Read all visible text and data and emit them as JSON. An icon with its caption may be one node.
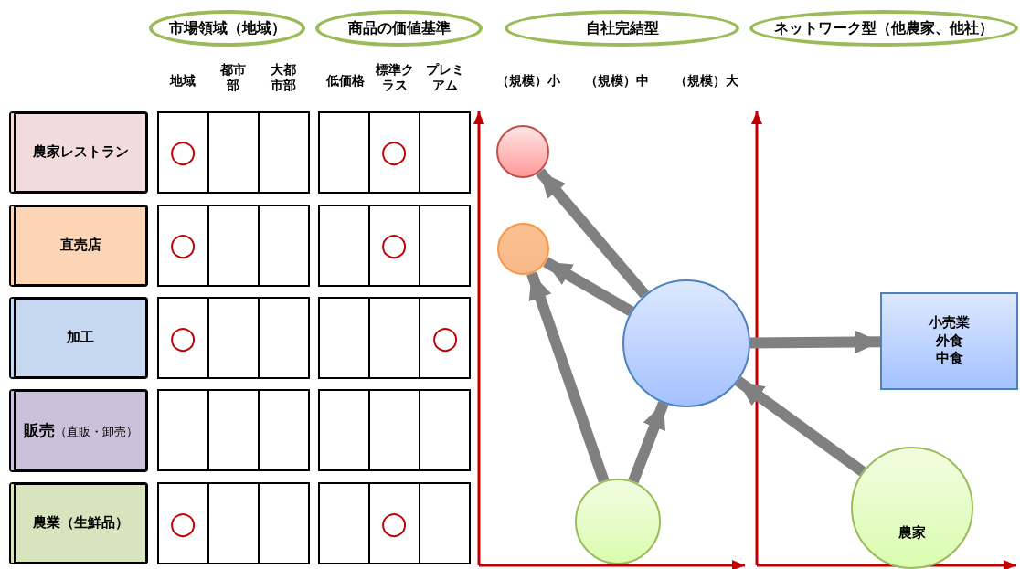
{
  "diagram": {
    "nodes": [
      {
        "text": [
          "市場領域（地域）"
        ]
      },
      {
        "text": [
          "商品の価値基準"
        ]
      },
      {
        "text": [
          "自社完結型"
        ]
      },
      {
        "text": [
          "ネットワーク型（他農家、他社）"
        ]
      },
      {
        "text": [
          "農家レストラン"
        ]
      },
      {
        "text": [
          "直売店"
        ]
      },
      {
        "text": [
          "加工"
        ]
      },
      {
        "text": [
          "**販売**（直販・卸売）"
        ]
      },
      {
        "text": [
          "農業（生鮮品）"
        ]
      },
      {
        "text": [],
        "shape": "circle"
      },
      {
        "text": [],
        "shape": "circle"
      },
      {
        "text": [],
        "shape": "circle"
      },
      {
        "text": [],
        "shape": "circle"
      },
      {
        "text": [
          "小売業",
          "外食",
          "中食"
        ]
      },
      {
        "text": [
          "農家"
        ]
      }
    ],
    "edges": [
      {
        "from": 11,
        "to": 9,
        "arrow": "to"
      },
      {
        "from": 11,
        "to": 10,
        "arrow": "to"
      },
      {
        "from": 12,
        "to": 10,
        "arrow": "to"
      },
      {
        "from": 12,
        "to": 11,
        "arrow": "to"
      },
      {
        "from": 14,
        "to": 11,
        "arrow": "to"
      },
      {
        "from": 11,
        "to": 13,
        "arrow": "to"
      }
    ],
    "labels": [
      "地域",
      "都市部",
      "大都市部",
      "低価格",
      "標準クラス",
      "プレミアム",
      "（規模）小",
      "（規模）中",
      "（規模）大",
      "○",
      "○",
      "○",
      "○",
      "○",
      "○",
      "○",
      "○"
    ]
  }
}
